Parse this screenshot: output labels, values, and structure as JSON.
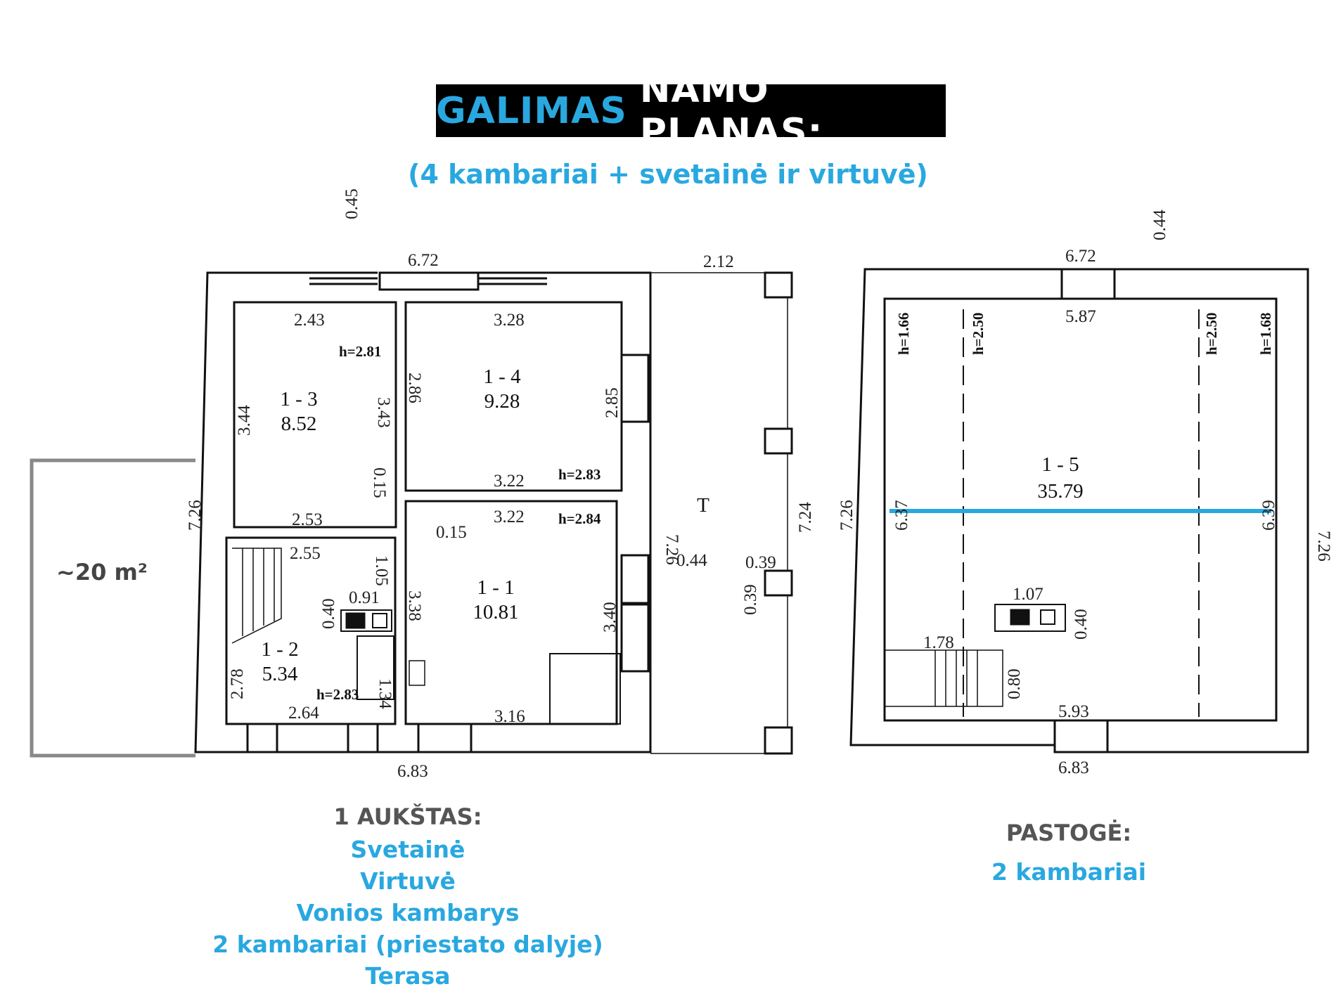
{
  "title": {
    "part1": "GALIMAS",
    "part2": "NAMO PLANAS:",
    "color1": "#29a8e0",
    "color2": "#ffffff",
    "bg": "#000000"
  },
  "subtitle": "(4 kambariai + svetainė ir virtuvė)",
  "accent_color": "#29a8e0",
  "terrace_area": "~20 m²",
  "floor1": {
    "heading": "1 AUKŠTAS:",
    "items": [
      "Svetainė",
      "Virtuvė",
      "Vonios kambarys",
      "2 kambariai (priestato dalyje)",
      "Terasa"
    ],
    "rooms": [
      {
        "id": "1 - 3",
        "area": "8.52"
      },
      {
        "id": "1 - 4",
        "area": "9.28"
      },
      {
        "id": "1 - 1",
        "area": "10.81"
      },
      {
        "id": "1 - 2",
        "area": "5.34"
      }
    ],
    "heights": [
      "h=2.81",
      "h=2.83",
      "h=2.84",
      "h=2.83"
    ],
    "terrace_letter": "T",
    "dims": {
      "top_margin": "0.45",
      "top_width": "6.72",
      "terrace_width": "2.12",
      "r13_top": "2.43",
      "r13_left": "3.44",
      "r13_right": "3.43",
      "r13_gap": "0.15",
      "r13_bottom": "2.53",
      "r14_top": "3.28",
      "r14_left": "2.86",
      "r14_right": "2.85",
      "r14_bottom": "3.22",
      "r11_top": "3.22",
      "r11_wall": "0.15",
      "r11_left": "3.38",
      "r11_right": "3.40",
      "r11_bottom": "3.16",
      "r12_top": "2.55",
      "r12_hall": "1.05",
      "r12_chimney": "0.91",
      "r12_ch_h": "0.40",
      "r12_left": "2.78",
      "r12_right": "1.34",
      "r12_bottom": "2.64",
      "wall_044": "0.44",
      "col_039a": "0.39",
      "col_039b": "0.39",
      "left_height": "7.26",
      "mid_height": "7.26",
      "right_height": "7.24",
      "bottom_width": "6.83"
    }
  },
  "attic": {
    "heading": "PASTOGĖ:",
    "items": [
      "2 kambariai"
    ],
    "room": {
      "id": "1 - 5",
      "area": "35.79"
    },
    "heights": [
      "h=1.66",
      "h=2.50",
      "h=2.50",
      "h=1.68"
    ],
    "dims": {
      "top_margin": "0.44",
      "top_width": "6.72",
      "inner_top": "5.87",
      "left_inner": "6.37",
      "right_inner": "6.39",
      "chimney_w": "1.07",
      "chimney_h": "0.40",
      "stair_w": "1.78",
      "stair_h": "0.80",
      "inner_bottom": "5.93",
      "bottom_width": "6.83",
      "left_height": "7.26",
      "right_height": "7.26"
    }
  }
}
